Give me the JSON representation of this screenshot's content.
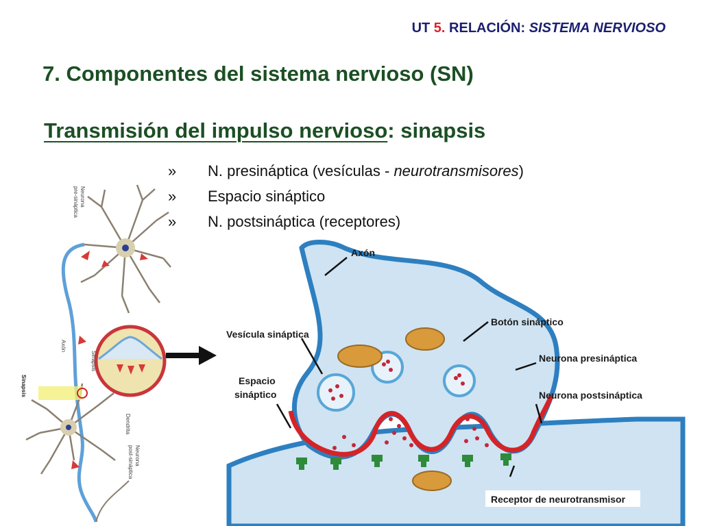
{
  "header": {
    "prefix": "UT ",
    "number": "5.",
    "middle": " RELACIÓN: ",
    "subject": "SISTEMA NERVIOSO"
  },
  "title": "7. Componentes del sistema nervioso (SN)",
  "subtitle": {
    "underlined": "Transmisión del impulso nervioso",
    "rest": ": sinapsis"
  },
  "bullets": [
    {
      "marker": "»",
      "before": "N. presináptica (vesículas - ",
      "italic": "neurotransmisores",
      "after": ")"
    },
    {
      "marker": "»",
      "before": "Espacio sináptico",
      "italic": "",
      "after": ""
    },
    {
      "marker": "»",
      "before": "N. postsináptica (receptores)",
      "italic": "",
      "after": ""
    }
  ],
  "left_figure": {
    "labels": {
      "neurona_presinaptica_1": "Neurona",
      "neurona_presinaptica_2": "pre-sináptica",
      "axon": "Axón",
      "sinapsis_zoom": "Sinapsis",
      "sinapsis": "Sinapsis",
      "dendrita": "Dendrita",
      "neurona_postsinaptica_1": "Neurona",
      "neurona_postsinaptica_2": "post-sináptica"
    }
  },
  "right_figure": {
    "labels": {
      "axon": "Axón",
      "vesicula": "Vesícula sináptica",
      "boton": "Botón sináptico",
      "presinaptica": "Neurona presináptica",
      "espacio_1": "Espacio",
      "espacio_2": "sináptico",
      "postsinaptica": "Neurona postsináptica",
      "receptor": "Receptor de neurotransmisor"
    }
  },
  "colors": {
    "title_green": "#1c4f24",
    "header_blue": "#1b1f6e",
    "header_red": "#d4262a",
    "membrane_blue": "#2d7fc0",
    "cytoplasm": "#cfe3f2",
    "cleft_red": "#d42428",
    "receptor_green": "#2e8b3a"
  },
  "icons": [
    "right-arrow-icon"
  ]
}
